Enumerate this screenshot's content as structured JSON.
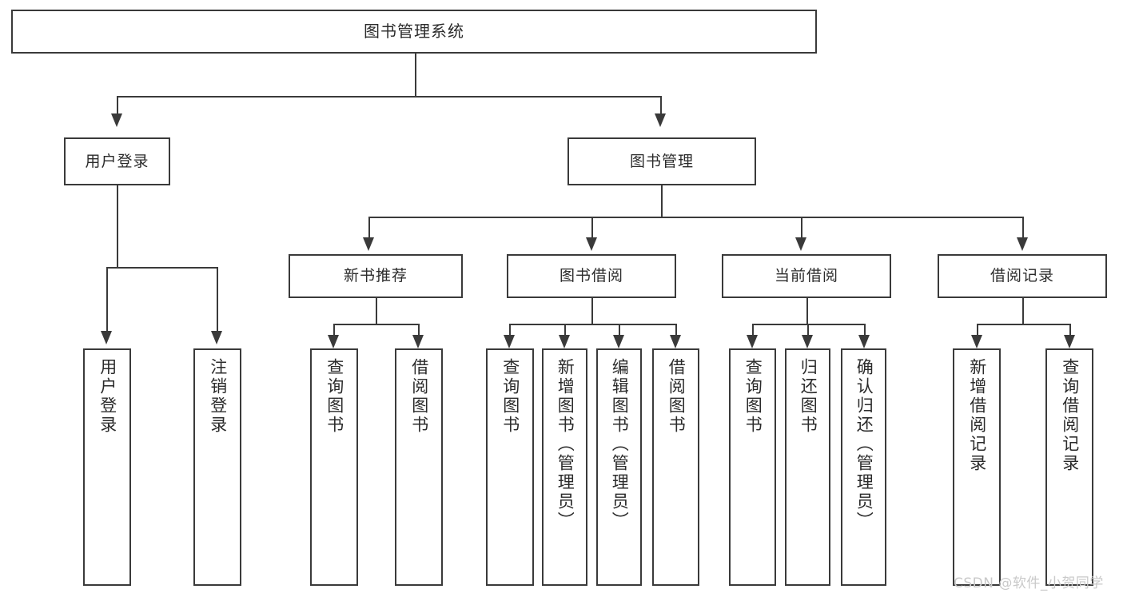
{
  "diagram": {
    "type": "tree",
    "title": "图书管理系统",
    "levels": 4,
    "root": {
      "label": "图书管理系统"
    },
    "level2": [
      {
        "label": "用户登录"
      },
      {
        "label": "图书管理"
      }
    ],
    "level3": [
      {
        "label": "新书推荐"
      },
      {
        "label": "图书借阅"
      },
      {
        "label": "当前借阅"
      },
      {
        "label": "借阅记录"
      }
    ],
    "leaves": [
      {
        "label": "用户登录",
        "parent": "用户登录"
      },
      {
        "label": "注销登录",
        "parent": "用户登录"
      },
      {
        "label": "查询图书",
        "parent": "新书推荐"
      },
      {
        "label": "借阅图书",
        "parent": "新书推荐"
      },
      {
        "label": "查询图书",
        "parent": "图书借阅"
      },
      {
        "label": "新增图书（管理员）",
        "parent": "图书借阅"
      },
      {
        "label": "编辑图书（管理员）",
        "parent": "图书借阅"
      },
      {
        "label": "借阅图书",
        "parent": "图书借阅"
      },
      {
        "label": "查询图书",
        "parent": "当前借阅"
      },
      {
        "label": "归还图书",
        "parent": "当前借阅"
      },
      {
        "label": "确认归还（管理员）",
        "parent": "当前借阅"
      },
      {
        "label": "新增借阅记录",
        "parent": "借阅记录"
      },
      {
        "label": "查询借阅记录",
        "parent": "借阅记录"
      }
    ],
    "colors": {
      "box_border": "#3a3a3a",
      "box_fill": "#ffffff",
      "connector": "#3a3a3a",
      "text": "#2b2b2b",
      "watermark": "#c9c9c9",
      "background": "#ffffff"
    }
  },
  "watermark": {
    "text": "CSDN @软件_小贺同学"
  }
}
